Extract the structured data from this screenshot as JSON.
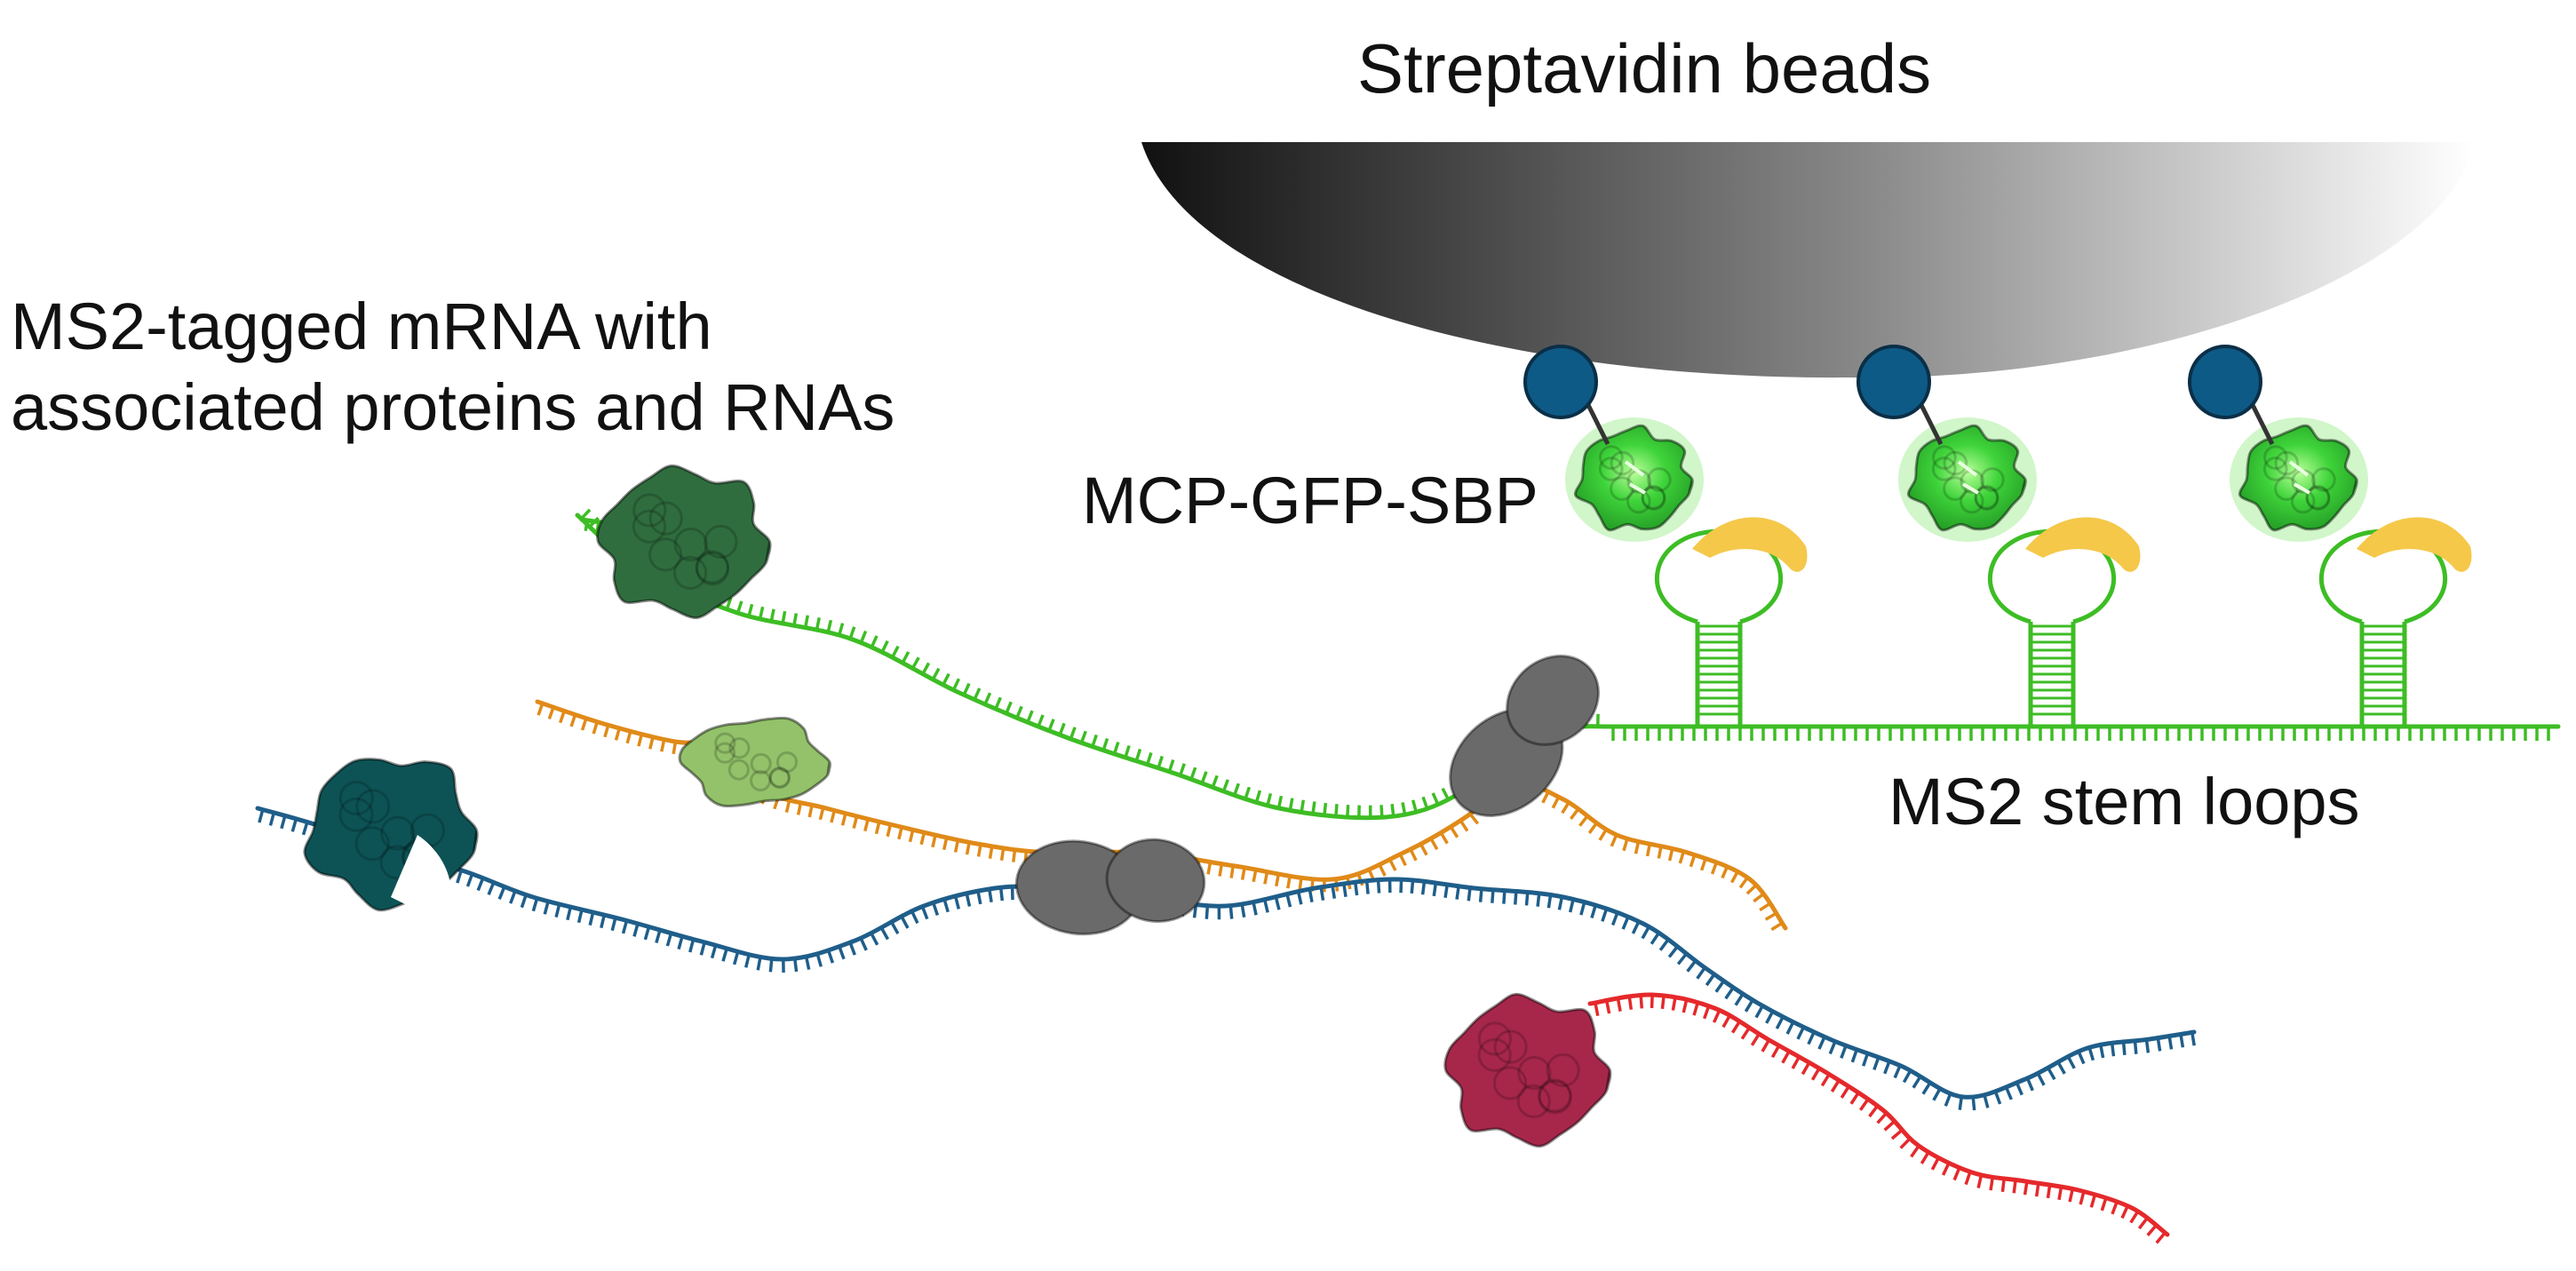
{
  "labels": {
    "beads": "Streptavidin beads",
    "mrna_line1": "MS2-tagged mRNA with",
    "mrna_line2": "associated proteins and RNAs",
    "mcp": "MCP-GFP-SBP",
    "stem_loops": "MS2 stem loops"
  },
  "colors": {
    "background": "#ffffff",
    "bead_dark": "#111111",
    "bead_light": "#ffffff",
    "sbp_ball": "#0e5a86",
    "gfp_green": "#3fc92f",
    "mcp_yellow": "#f5c84a",
    "ms2_rna": "#3dbd24",
    "rna_orange": "#e08a18",
    "rna_blue": "#1f5e8a",
    "rna_red": "#e5292b",
    "protein_dark_green": "#2f6d3e",
    "protein_light_green": "#93c26a",
    "protein_teal": "#0d5356",
    "protein_gray": "#6a6a6a",
    "protein_maroon": "#a6274a"
  },
  "icons": {
    "bead": "streptavidin-bead-icon",
    "sbp": "sbp-ball-icon",
    "gfp": "gfp-protein-icon",
    "mcp": "mcp-protein-icon",
    "stem_loop": "stem-loop-icon",
    "protein": "rbp-protein-icon",
    "ribosome": "ribosome-icon"
  }
}
